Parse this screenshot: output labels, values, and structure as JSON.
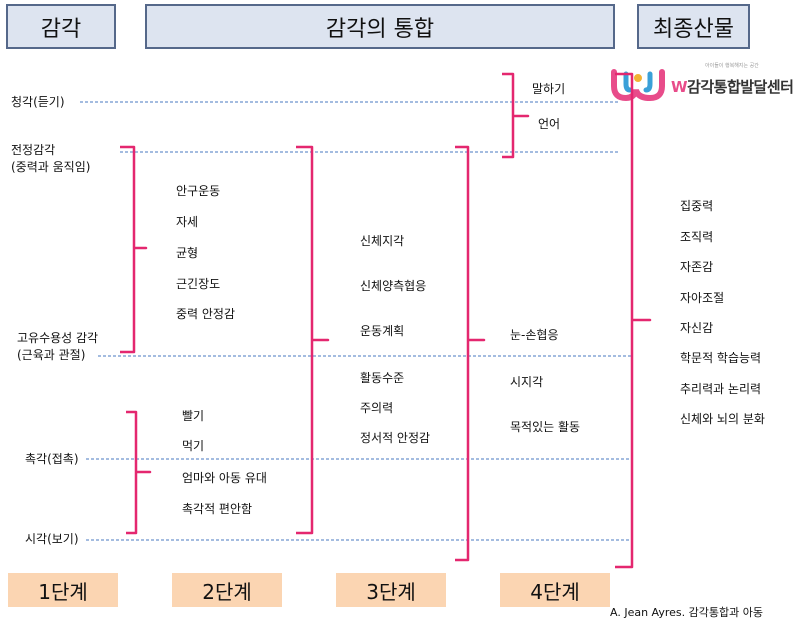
{
  "headers": {
    "senses": "감각",
    "integration": "감각의 통합",
    "final": "최종산물"
  },
  "senses": {
    "hearing": "청각(듣기)",
    "vestibular": "전정감각\n(중력과 움직임)",
    "proprioceptive": "고유수용성 감각\n(근육과 관절)",
    "tactile": "촉각(접촉)",
    "visual": "시각(보기)"
  },
  "level2": {
    "group1": [
      "안구운동",
      "자세",
      "균형",
      "근긴장도",
      "중력 안정감"
    ],
    "group2": [
      "빨기",
      "먹기",
      "엄마와 아동 유대",
      "촉각적 편안함"
    ]
  },
  "level3": {
    "group1": [
      "신체지각",
      "신체양측협응",
      "운동계획"
    ],
    "group2": [
      "활동수준",
      "주의력",
      "정서적 안정감"
    ]
  },
  "level4": {
    "speech": [
      "말하기",
      "언어"
    ],
    "items": [
      "눈-손협응",
      "시지각",
      "목적있는 활동"
    ]
  },
  "final_products": [
    "집중력",
    "조직력",
    "자존감",
    "자아조절",
    "자신감",
    "학문적 학습능력",
    "추리력과 논리력",
    "신체와 뇌의 분화"
  ],
  "stages": [
    "1단계",
    "2단계",
    "3단계",
    "4단계"
  ],
  "logo": {
    "tagline": "아이들이 행복해지는 공간",
    "letter": "W",
    "name": "감각통합발달센터"
  },
  "credit": "A. Jean Ayres. 감각통합과 아동",
  "colors": {
    "bracket": "#e4276f",
    "dashed_line": "#4a78c2",
    "header_bg": "#dde4f0",
    "stage_bg": "#fbd5b2"
  }
}
